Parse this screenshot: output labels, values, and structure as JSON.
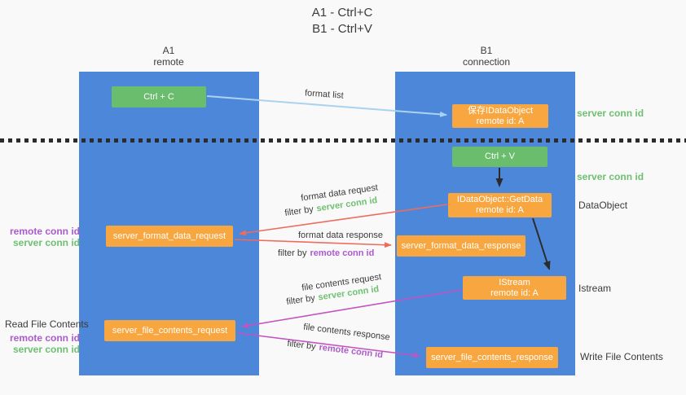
{
  "title": {
    "line1": "A1 - Ctrl+C",
    "line2": "B1 - Ctrl+V"
  },
  "lanes": {
    "left": {
      "name": "A1",
      "subtitle": "remote"
    },
    "right": {
      "name": "B1",
      "subtitle": "connection"
    }
  },
  "nodes": {
    "ctrl_c": {
      "label": "Ctrl + C"
    },
    "save_idataobject": {
      "line1": "保存IDataObject",
      "line2": "remote id: A"
    },
    "ctrl_v": {
      "label": "Ctrl + V"
    },
    "getdata": {
      "line1": "IDataObject::GetData",
      "line2": "remote id: A"
    },
    "format_data_request": {
      "label": "server_format_data_request"
    },
    "format_data_response": {
      "label": "server_format_data_response"
    },
    "istream": {
      "line1": "IStream",
      "line2": "remote id: A"
    },
    "file_contents_request": {
      "label": "server_file_contents_request"
    },
    "file_contents_response": {
      "label": "server_file_contents_response"
    }
  },
  "annotations": {
    "format_list": "format list",
    "format_data_request": {
      "text": "format data request",
      "filter_prefix": "filter by",
      "filter_key": "server conn id"
    },
    "format_data_response": {
      "text": "format data response",
      "filter_prefix": "filter by",
      "filter_key": "remote conn id"
    },
    "file_contents_request": {
      "text": "file contents request",
      "filter_prefix": "filter by",
      "filter_key": "server conn id"
    },
    "file_contents_response": {
      "text": "file contents response",
      "filter_prefix": "filter by",
      "filter_key": "remote conn id"
    }
  },
  "side_labels": {
    "right_server_conn_id_top": "server conn id",
    "right_server_conn_id_mid": "server conn id",
    "data_object": "DataObject",
    "istream": "Istream",
    "write_file_contents": "Write File Contents",
    "read_file_contents": "Read File Contents",
    "mid_remote_conn_id": "remote conn id",
    "mid_server_conn_id": "server conn id",
    "bottom_remote_conn_id": "remote conn id",
    "bottom_server_conn_id": "server conn id"
  },
  "colors": {
    "lane_blue": "#4c87d9",
    "box_green": "#69bd6d",
    "box_orange": "#f8a63f",
    "conn_id_green": "#6ec071",
    "conn_id_purple": "#ab5bcb",
    "arrow_red": "#ef6b5e",
    "arrow_magenta": "#c353c3",
    "arrow_light_blue": "#a9d3ee",
    "arrow_black": "#2b2b2b"
  }
}
